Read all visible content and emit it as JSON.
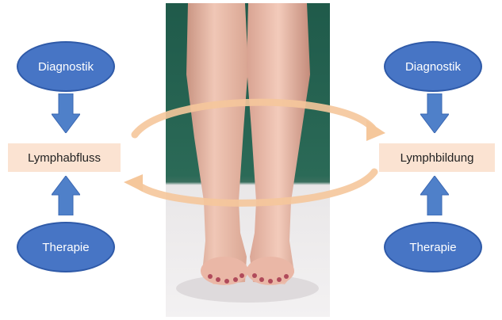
{
  "left": {
    "top_label": "Diagnostik",
    "middle_label": "Lymphabfluss",
    "bottom_label": "Therapie"
  },
  "right": {
    "top_label": "Diagnostik",
    "middle_label": "Lymphbildung",
    "bottom_label": "Therapie"
  },
  "colors": {
    "ellipse_fill": "#4775c5",
    "box_fill": "#fbe3d2",
    "arrow_fill": "#4f80c9",
    "cycle_arrow": "#f5c79b"
  }
}
